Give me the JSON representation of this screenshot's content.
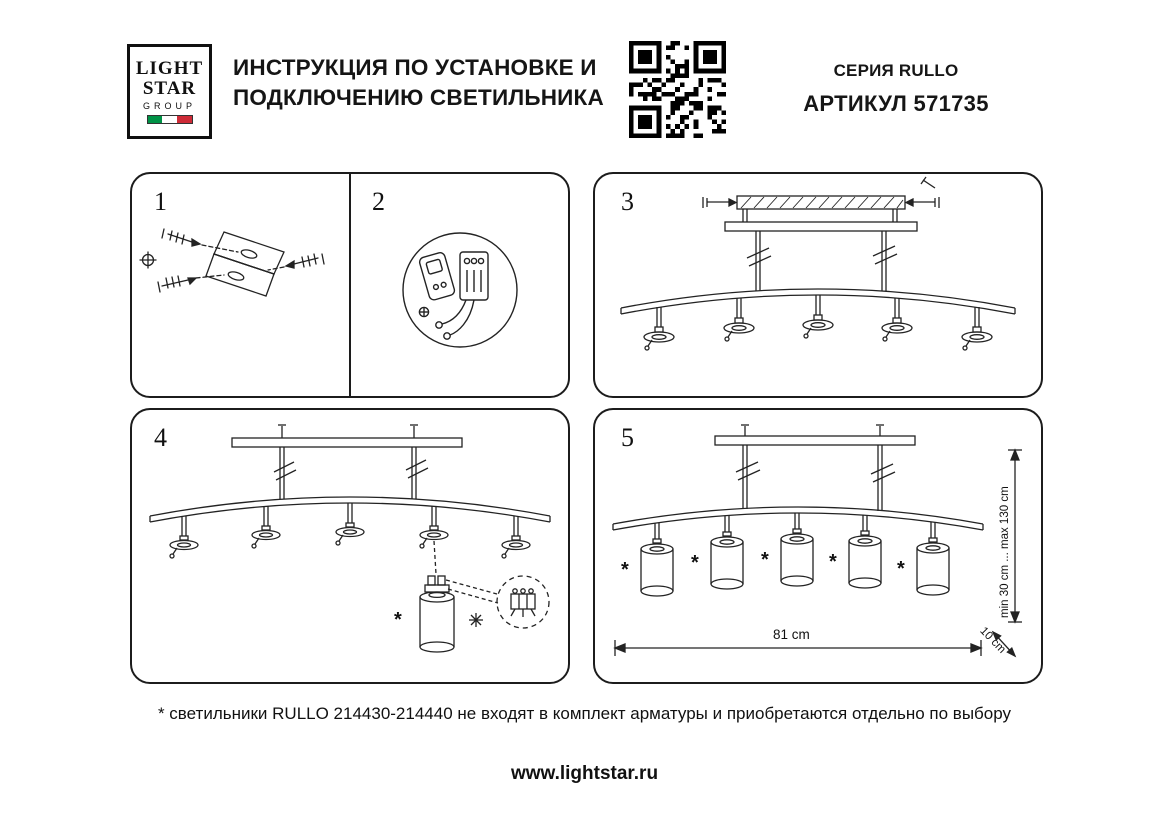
{
  "header": {
    "logo": {
      "line1": "LIGHT",
      "line2": "STAR",
      "line3": "GROUP"
    },
    "title": {
      "line1": "ИНСТРУКЦИЯ ПО УСТАНОВКЕ И",
      "line2": "ПОДКЛЮЧЕНИЮ СВЕТИЛЬНИКА"
    },
    "series": "СЕРИЯ RULLO",
    "article": "АРТИКУЛ 571735"
  },
  "steps": {
    "s1": "1",
    "s2": "2",
    "s3": "3",
    "s4": "4",
    "s5": "5"
  },
  "step4": {
    "asterisk": "*"
  },
  "step5": {
    "asterisks": [
      "*",
      "*",
      "*",
      "*",
      "*"
    ],
    "dim_width": "81 cm",
    "dim_height": "min 30 cm ... max 130 cm",
    "dim_drop": "10 cm"
  },
  "footnote": "* светильники RULLO 214430-214440 не входят в комплект арматуры и приобретаются отдельно по выбору",
  "website": "www.lightstar.ru",
  "colors": {
    "ink": "#161616",
    "flag_green": "#009246",
    "flag_red": "#ce2b37"
  }
}
